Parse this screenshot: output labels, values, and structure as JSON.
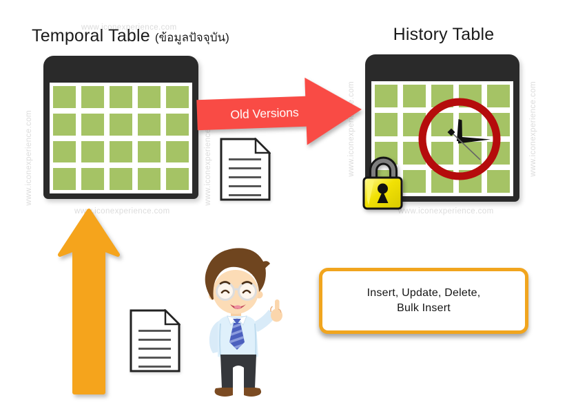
{
  "temporal_table": {
    "title": "Temporal Table",
    "subtitle": "(ข้อมูลปัจจุบัน)"
  },
  "history_table": {
    "title": "History Table"
  },
  "flow": {
    "old_versions_label": "Old Versions"
  },
  "callout": {
    "line1": "Insert, Update, Delete,",
    "line2": "Bulk Insert"
  },
  "watermark": {
    "text": "www.iconexperience.com"
  },
  "colors": {
    "table_frame": "#2A2A2A",
    "table_cell_green": "#A5C365",
    "red_arrow": "#F94B45",
    "orange_arrow": "#F5A41C",
    "callout_border": "#F1A51E",
    "clock_ring": "#B50C0C",
    "lock_body_yellow": "#F2E205"
  }
}
